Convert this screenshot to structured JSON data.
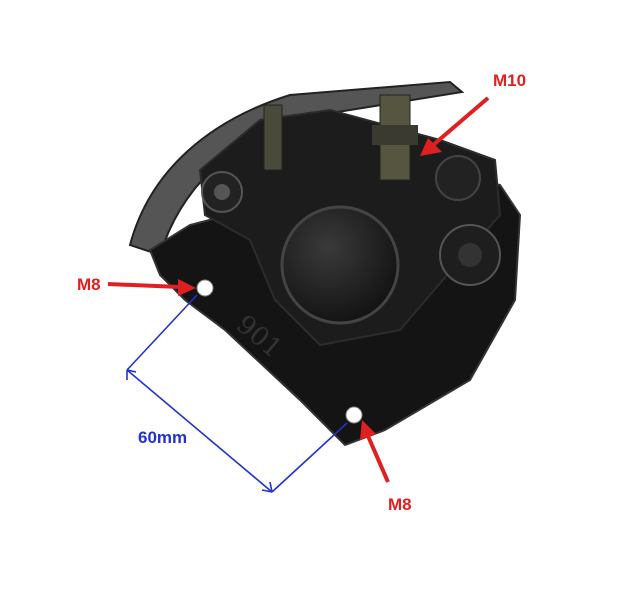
{
  "labels": {
    "top_bolt": "M10",
    "left_hole": "M8",
    "bottom_hole": "M8",
    "distance": "60mm",
    "stamp": "901"
  },
  "colors": {
    "annotation_red": "#e02020",
    "dimension_blue": "#2233cc",
    "metal_black": "#1a1a1a"
  }
}
